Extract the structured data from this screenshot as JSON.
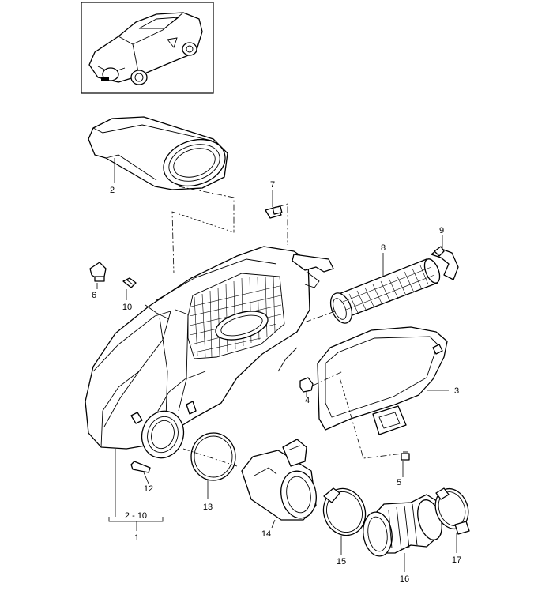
{
  "callouts": [
    {
      "id": "c1",
      "text": "1"
    },
    {
      "id": "c1r",
      "text": "2 - 10"
    },
    {
      "id": "c2",
      "text": "2"
    },
    {
      "id": "c3",
      "text": "3"
    },
    {
      "id": "c4",
      "text": "4"
    },
    {
      "id": "c5",
      "text": "5"
    },
    {
      "id": "c6",
      "text": "6"
    },
    {
      "id": "c7",
      "text": "7"
    },
    {
      "id": "c8",
      "text": "8"
    },
    {
      "id": "c9",
      "text": "9"
    },
    {
      "id": "c10",
      "text": "10"
    },
    {
      "id": "c12",
      "text": "12"
    },
    {
      "id": "c13",
      "text": "13"
    },
    {
      "id": "c14",
      "text": "14"
    },
    {
      "id": "c15",
      "text": "15"
    },
    {
      "id": "c16",
      "text": "16"
    },
    {
      "id": "c17",
      "text": "17"
    }
  ]
}
